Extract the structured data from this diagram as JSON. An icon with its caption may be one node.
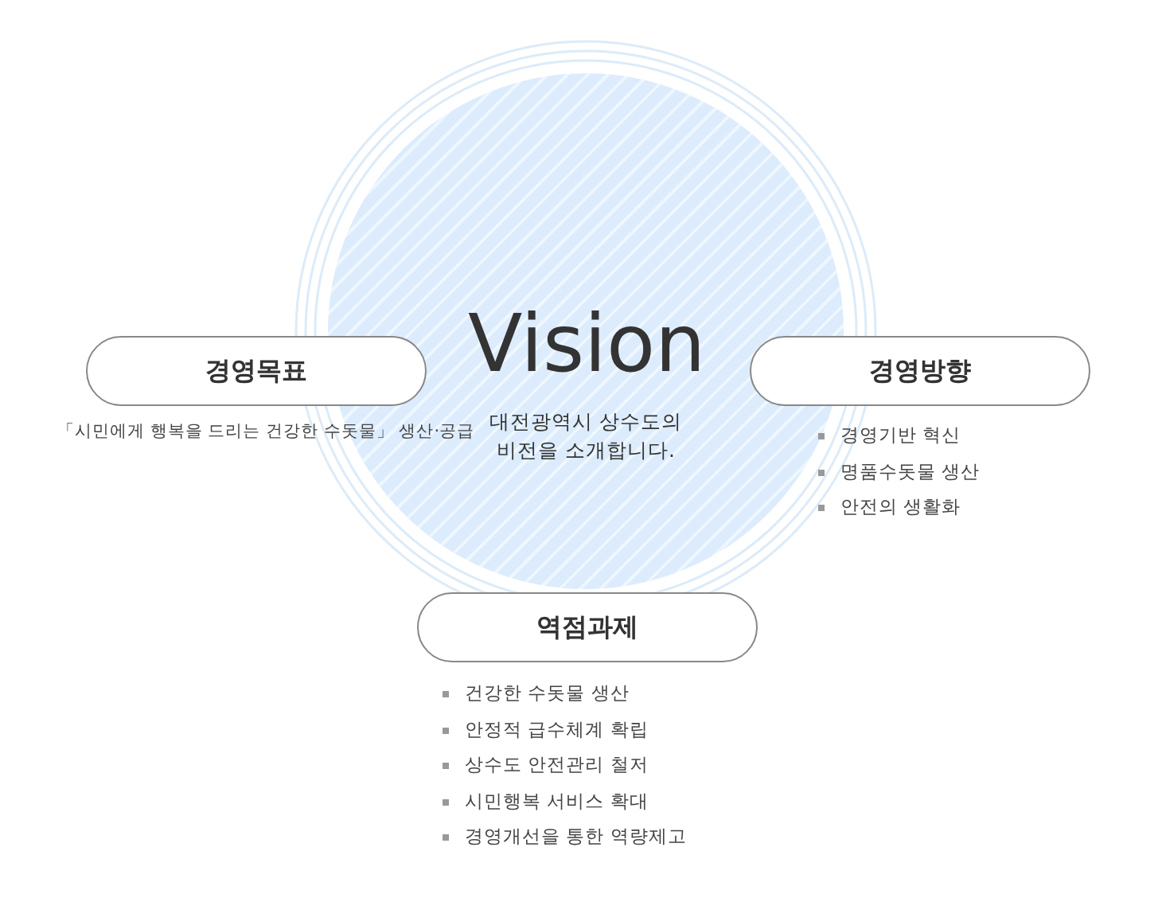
{
  "diagram": {
    "nodes": [
      {
        "text": [
          "Vision",
          "대전광역시 상수도의 비전을 소개합니다."
        ]
      },
      {
        "text": [
          "경영목표"
        ]
      },
      {
        "text": [
          "경영방향"
        ]
      },
      {
        "text": [
          "역점과제"
        ]
      }
    ],
    "labels": [
      "「시민에게 행복을 드리는 건강한 수돗물」 생산·공급",
      "경영기반 혁신",
      "명품수돗물 생산",
      "안전의 생활화",
      "건강한 수돗물 생산",
      "안정적 급수체계 확립",
      "상수도 안전관리 철저",
      "시민행복 서비스 확대",
      "경영개선을 통한 역량제고"
    ]
  }
}
